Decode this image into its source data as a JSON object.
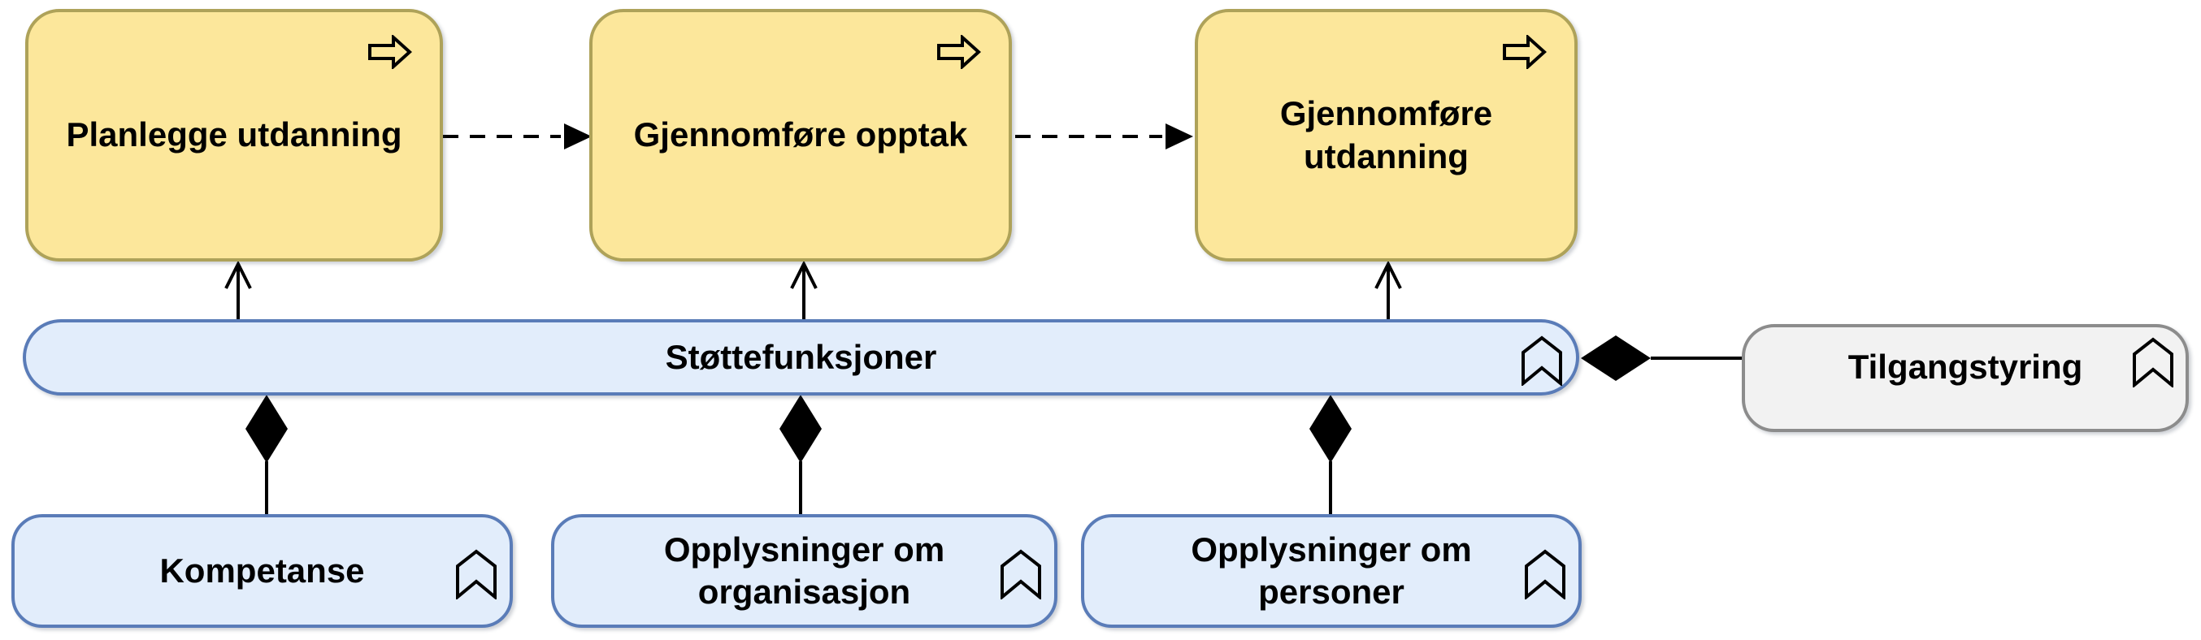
{
  "colors": {
    "background": "#FFFFFF",
    "process_fill": "#FCE79B",
    "process_border": "#AEA259",
    "function_fill": "#E2EDFB",
    "function_border": "#5A7CB8",
    "external_fill": "#F2F2F2",
    "external_border": "#8C8C8C",
    "connector": "#000000",
    "text": "#000000"
  },
  "nodes": {
    "processes": [
      {
        "label": "Planlegge utdanning",
        "type": "business-process"
      },
      {
        "label": "Gjennomføre opptak",
        "type": "business-process"
      },
      {
        "label": "Gjennomføre utdanning",
        "type": "business-process"
      }
    ],
    "support_bar": {
      "label": "Støttefunksjoner",
      "type": "business-function"
    },
    "external_function": {
      "label": "Tilgangstyring",
      "type": "business-function"
    },
    "sub_functions": [
      {
        "label": "Kompetanse",
        "type": "business-function"
      },
      {
        "label": "Opplysninger om organisasjon",
        "type": "business-function"
      },
      {
        "label": "Opplysninger om personer",
        "type": "business-function"
      }
    ]
  },
  "relationships": [
    {
      "source": "Planlegge utdanning",
      "target": "Gjennomføre opptak",
      "type": "flow (dashed arrow)"
    },
    {
      "source": "Gjennomføre opptak",
      "target": "Gjennomføre utdanning",
      "type": "flow (dashed arrow)"
    },
    {
      "source": "Støttefunksjoner",
      "target": "Planlegge utdanning",
      "type": "serving (open arrow)"
    },
    {
      "source": "Støttefunksjoner",
      "target": "Gjennomføre opptak",
      "type": "serving (open arrow)"
    },
    {
      "source": "Støttefunksjoner",
      "target": "Gjennomføre utdanning",
      "type": "serving (open arrow)"
    },
    {
      "source": "Støttefunksjoner",
      "target": "Kompetanse",
      "type": "composition (filled diamond)"
    },
    {
      "source": "Støttefunksjoner",
      "target": "Opplysninger om organisasjon",
      "type": "composition (filled diamond)"
    },
    {
      "source": "Støttefunksjoner",
      "target": "Opplysninger om personer",
      "type": "composition (filled diamond)"
    },
    {
      "source": "Støttefunksjoner",
      "target": "Tilgangstyring",
      "type": "composition (filled diamond)"
    }
  ]
}
